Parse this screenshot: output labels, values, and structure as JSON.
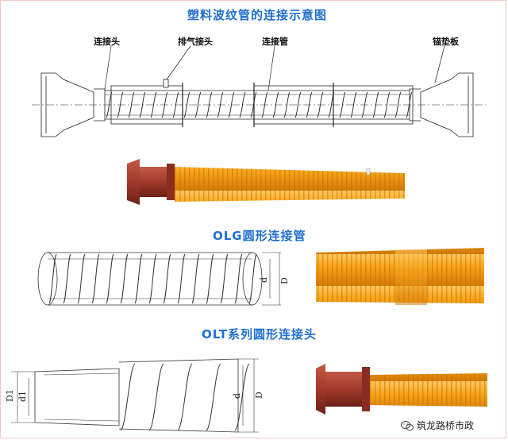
{
  "titles": {
    "top": "塑料波纹管的连接示意图",
    "olg": "OLG圆形连接管",
    "olt": "OLT系列圆形连接头"
  },
  "labels": {
    "connector_head": "连接头",
    "vent_connector": "排气接头",
    "connecting_pipe": "连接管",
    "anchor_plate": "锚垫板"
  },
  "dimensions": {
    "olg_d": "d",
    "olg_D": "D",
    "olt_D1": "D1",
    "olt_d1": "d1",
    "olt_d": "d",
    "olt_D": "D"
  },
  "watermark": {
    "text": "筑龙路桥市政",
    "icon": "wechat-icon"
  },
  "colors": {
    "title": "#1f6fd0",
    "pipe_orange": "#f7a51c",
    "anchor_red": "#a03a2a"
  }
}
